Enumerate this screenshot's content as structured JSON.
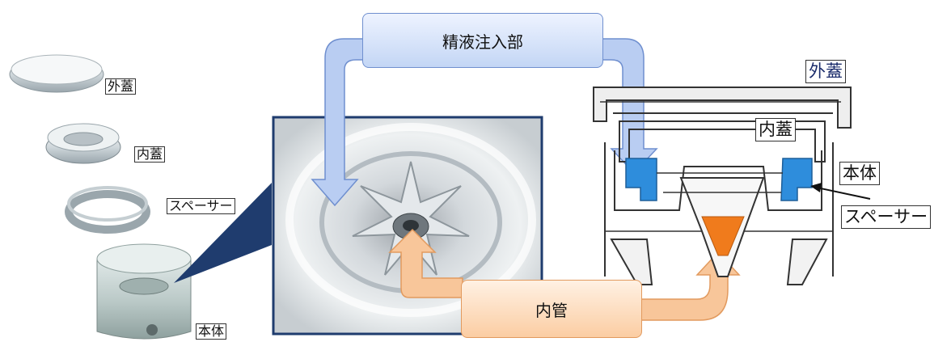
{
  "labels": {
    "photo_outer_lid": "外蓋",
    "photo_inner_lid": "内蓋",
    "photo_spacer": "スペーサー",
    "photo_body": "本体",
    "semen_injection": "精液注入部",
    "inner_tube": "内管",
    "section_outer_lid": "外蓋",
    "section_inner_lid": "内蓋",
    "section_body": "本体",
    "section_spacer": "スペーサー"
  },
  "colors": {
    "semen_arrow": "#b9cdf2",
    "inner_tube_arrow": "#f8c69a",
    "spacer_blue": "#2e8ddc",
    "tube_orange": "#f07b1c",
    "zoom_frame": "#1f3c6e"
  }
}
